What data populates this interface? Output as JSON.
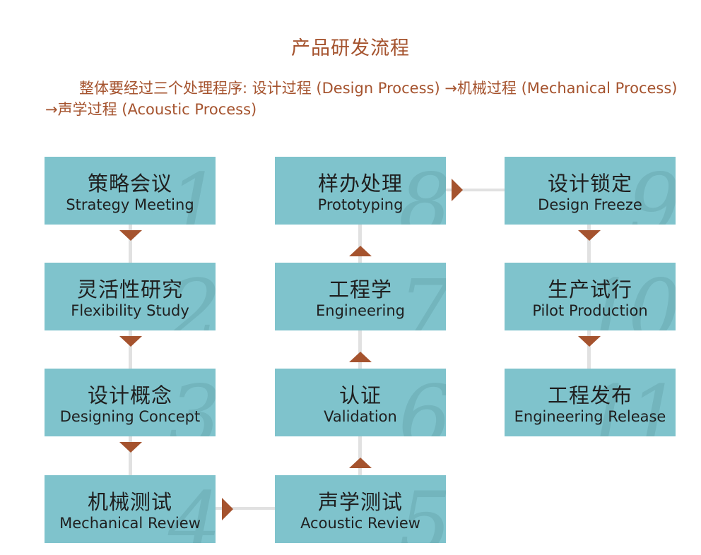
{
  "title": "产品研发流程",
  "intro": "整体要经过三个处理程序: 设计过程 (Design Process) →机械过程 (Mechanical Process) →声学过程 (Acoustic Process)",
  "colors": {
    "box": "#7fc3cc",
    "accent": "#a5532e",
    "connector": "#e1e1e1"
  },
  "steps": [
    {
      "num": "1",
      "cn": "策略会议",
      "en": "Strategy Meeting"
    },
    {
      "num": "2",
      "cn": "灵活性研究",
      "en": "Flexibility Study"
    },
    {
      "num": "3",
      "cn": "设计概念",
      "en": "Designing Concept"
    },
    {
      "num": "4",
      "cn": "机械测试",
      "en": "Mechanical Review"
    },
    {
      "num": "5",
      "cn": "声学测试",
      "en": "Acoustic Review"
    },
    {
      "num": "6",
      "cn": "认证",
      "en": "Validation"
    },
    {
      "num": "7",
      "cn": "工程学",
      "en": "Engineering"
    },
    {
      "num": "8",
      "cn": "样办处理",
      "en": "Prototyping"
    },
    {
      "num": "9",
      "cn": "设计锁定",
      "en": "Design Freeze"
    },
    {
      "num": "10",
      "cn": "生产试行",
      "en": "Pilot Production"
    },
    {
      "num": "11",
      "cn": "工程发布",
      "en": "Engineering Release"
    }
  ]
}
